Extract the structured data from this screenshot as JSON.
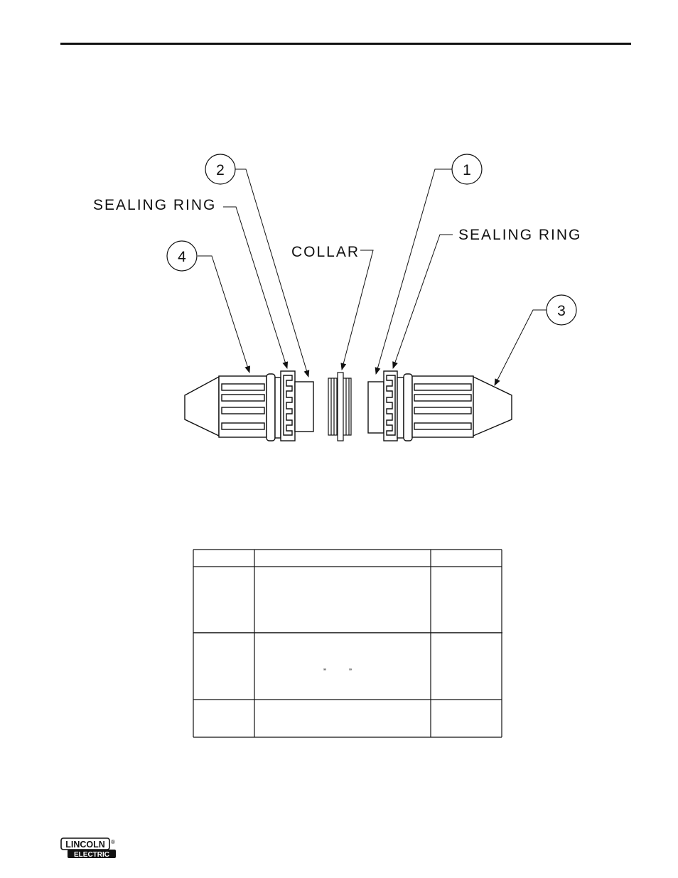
{
  "diagram": {
    "labels": {
      "sealing_ring_left": "SEALING RING",
      "sealing_ring_right": "SEALING RING",
      "collar": "COLLAR"
    },
    "callouts": [
      "1",
      "2",
      "3",
      "4"
    ]
  },
  "table": {
    "ditto_marks": [
      "”",
      "”"
    ]
  },
  "logo": {
    "line1": "LINCOLN",
    "line2": "ELECTRIC",
    "reg": "®"
  }
}
